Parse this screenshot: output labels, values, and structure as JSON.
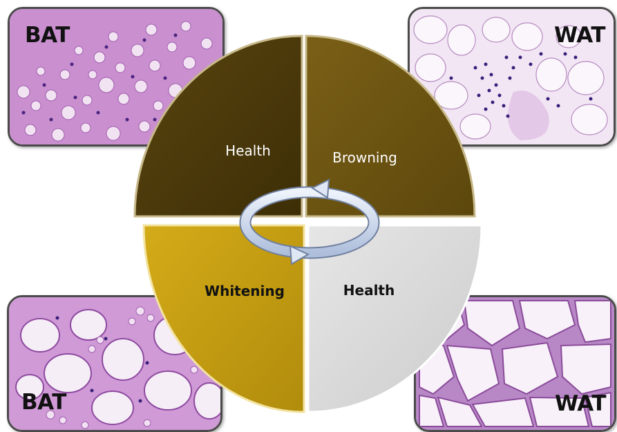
{
  "panels": {
    "top_left": {
      "label": "BAT"
    },
    "top_right": {
      "label": "WAT"
    },
    "bottom_left": {
      "label": "BAT"
    },
    "bottom_right": {
      "label": "WAT"
    }
  },
  "quadrants": {
    "top_left": {
      "label": "Health",
      "color": "#4a3808"
    },
    "top_right": {
      "label": "Browning",
      "color": "#6b5310"
    },
    "bottom_left": {
      "label": "Whitening",
      "color": "#c09a10"
    },
    "bottom_right": {
      "label": "Health",
      "color": "#d9d9d9"
    }
  },
  "colors": {
    "tissue_background": "#e9c6ea",
    "tissue_cell_border": "#8a4a9a",
    "tissue_nucleus": "#3a1f7a",
    "arrow": "#c7d4ea"
  }
}
